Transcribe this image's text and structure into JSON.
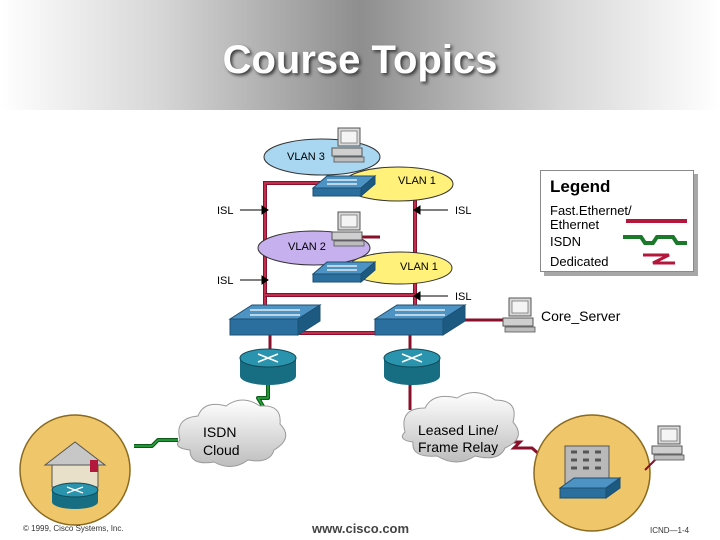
{
  "title": "Course Topics",
  "vlans": {
    "vlan3": "VLAN 3",
    "vlan1_top": "VLAN 1",
    "vlan2": "VLAN 2",
    "vlan1_bottom": "VLAN 1"
  },
  "isl_labels": {
    "left_upper": "ISL",
    "right_upper": "ISL",
    "left_lower": "ISL",
    "bottom": "ISL"
  },
  "legend": {
    "title": "Legend",
    "fast_ethernet": "Fast.Ethernet/\nEthernet",
    "isdn": "ISDN",
    "dedicated": "Dedicated"
  },
  "core_server": "Core_Server",
  "isdn_cloud": "ISDN\nCloud",
  "leased_line": "Leased Line/\nFrame Relay",
  "footer": {
    "copyright": "© 1999, Cisco Systems, Inc.",
    "website": "www.cisco.com",
    "slide_id": "ICND—1-4"
  },
  "colors": {
    "link": "#b3173b",
    "isdn": "#1a7a2a",
    "vlan_blue": "#a9d6f0",
    "vlan_yellow": "#fff17a",
    "vlan_purple": "#c6b0ee",
    "switch_blue": "#2a6f9e",
    "router_teal": "#1f7f96",
    "site_circle": "#f0c66a"
  }
}
